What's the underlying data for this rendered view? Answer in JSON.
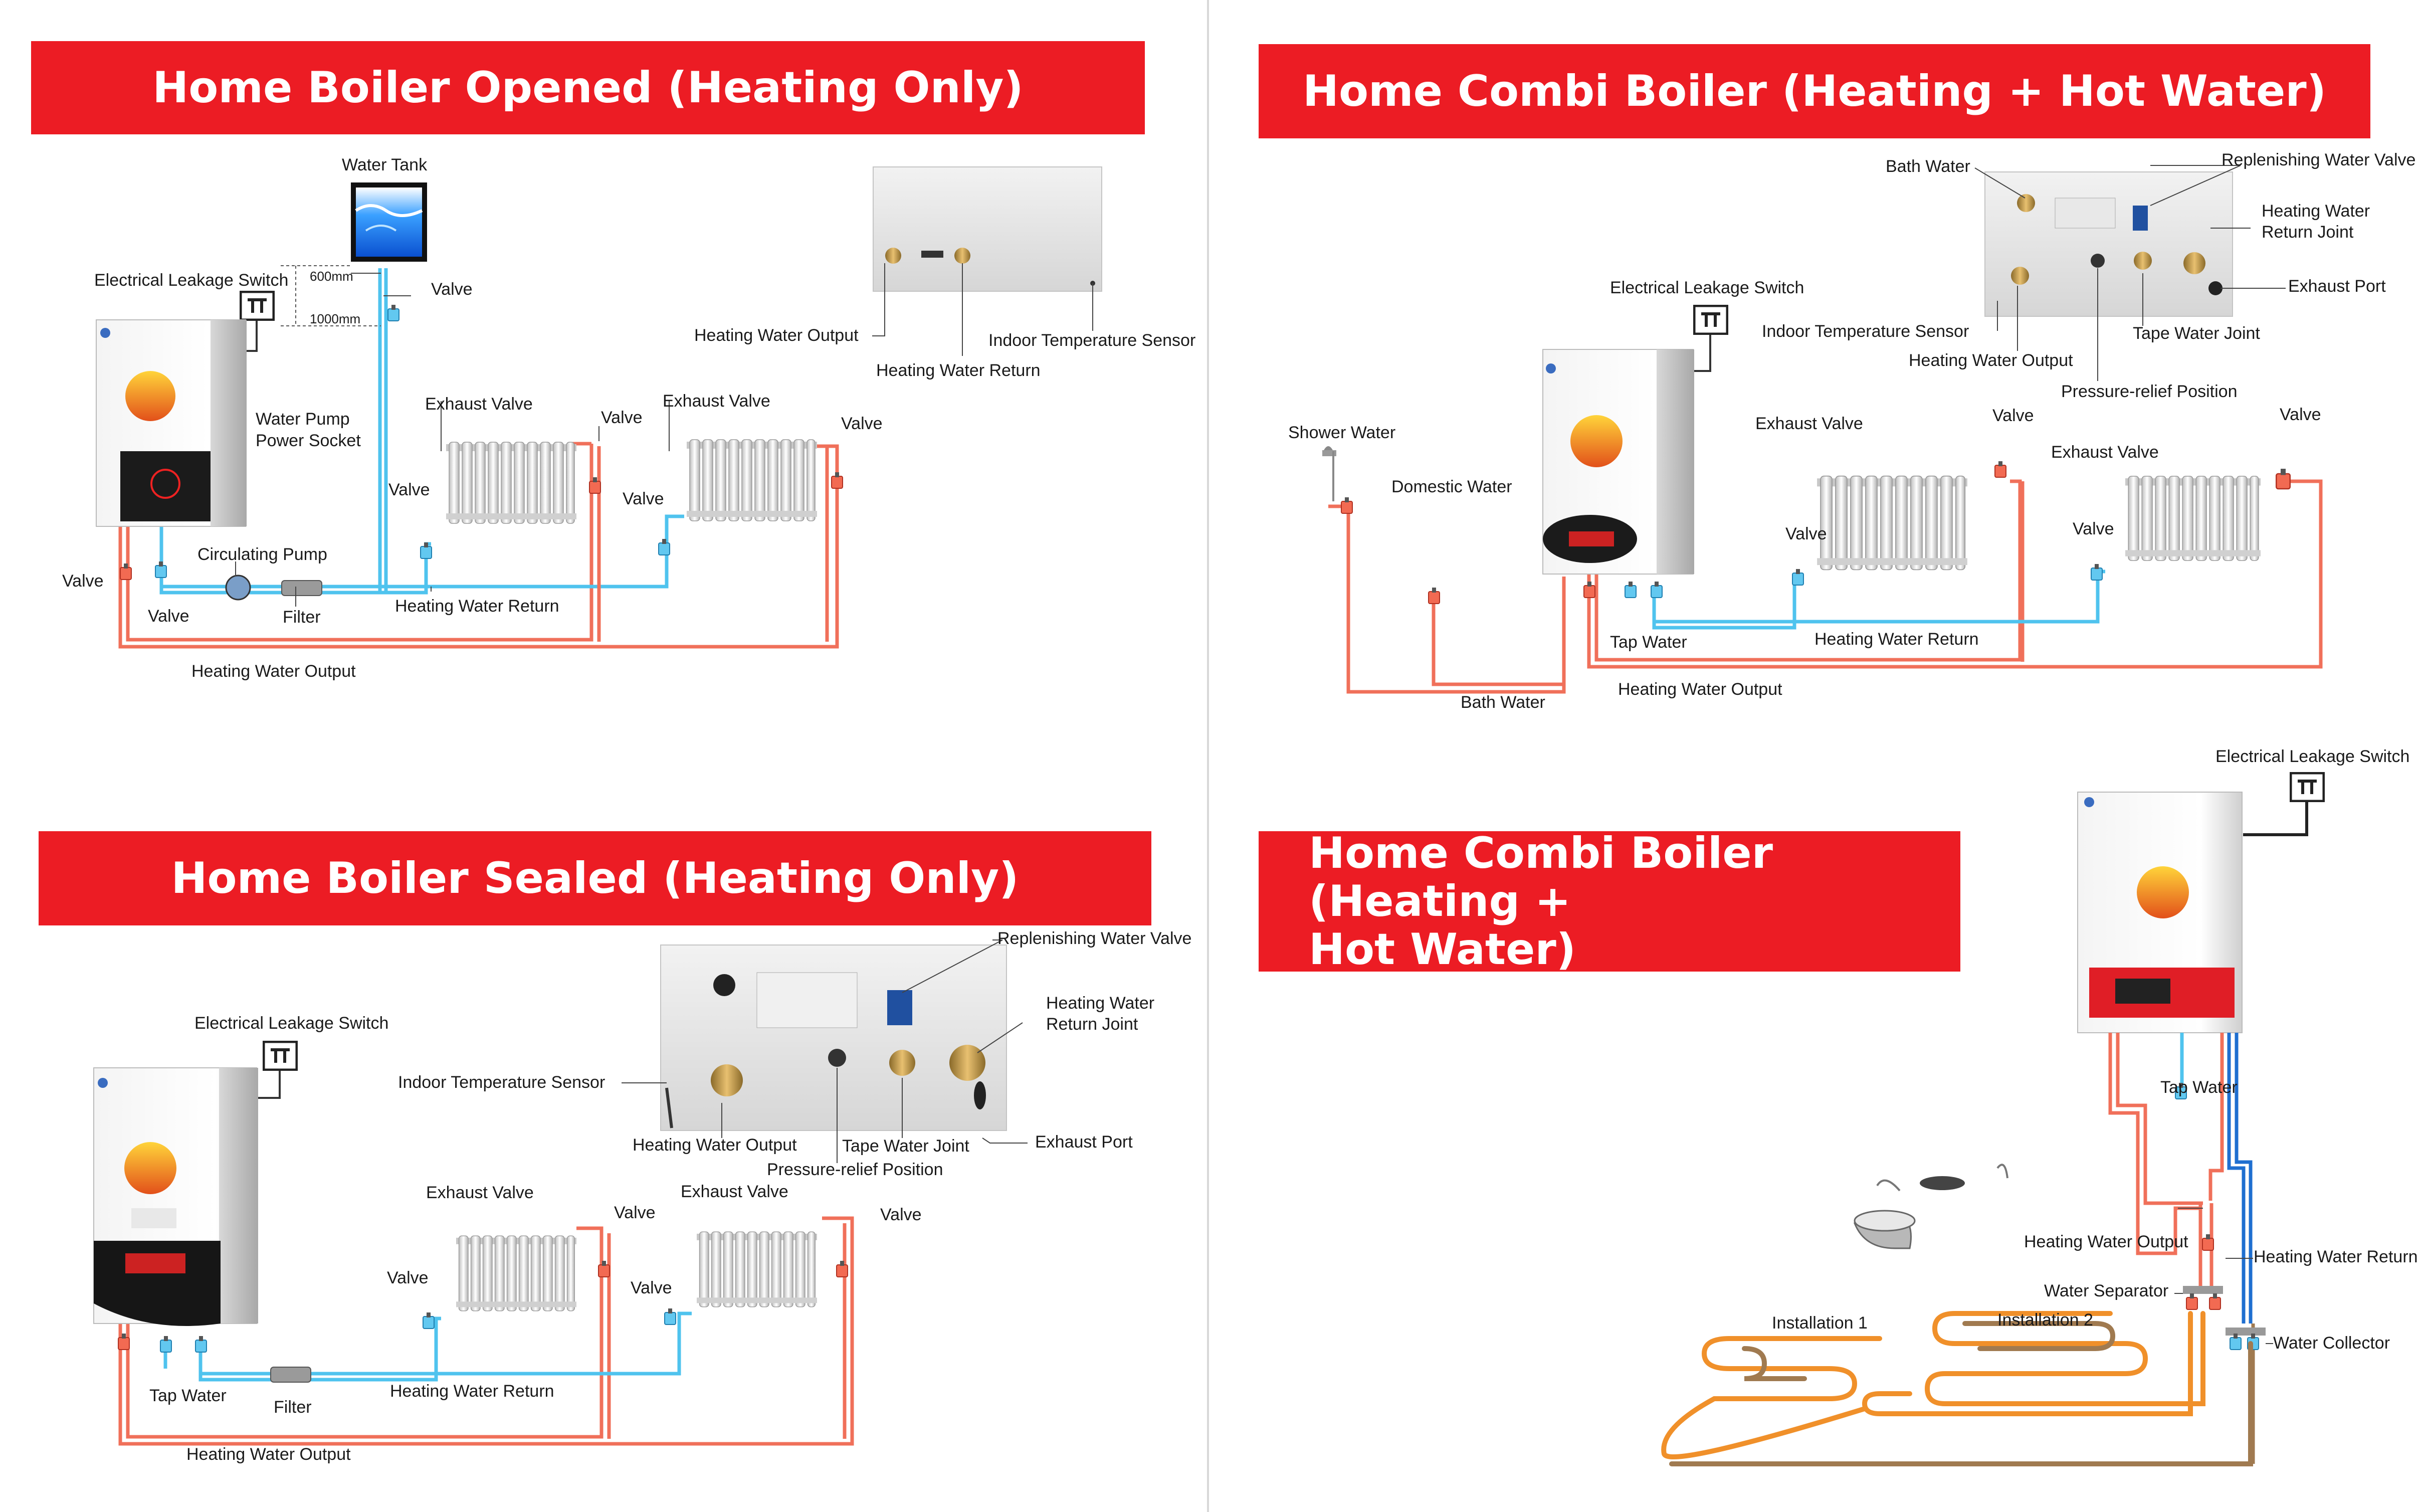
{
  "titles": {
    "q1": "Home Boiler Opened (Heating Only)",
    "q2": "Home Combi Boiler (Heating + Hot Water)",
    "q3": "Home Boiler Sealed (Heating Only)",
    "q4_line1": "Home Combi Boiler (Heating +",
    "q4_line2": "Hot Water)"
  },
  "colors": {
    "banner": "#ec1c24",
    "hot_pipe": "#f0705a",
    "cold_pipe": "#4fc3ee",
    "floor_hot": "#f0902a",
    "floor_return": "#a07a50",
    "collector_pipe": "#1f6fd0"
  },
  "q1": {
    "water_tank": "Water  Tank",
    "leakage_switch": "Electrical Leakage Switch",
    "dim_600": "600mm",
    "dim_1000": "1000mm",
    "valve_tank": "Valve",
    "pump_socket_1": "Water Pump",
    "pump_socket_2": "Power Socket",
    "exhaust_valve_1": "Exhaust Valve",
    "exhaust_valve_2": "Exhaust Valve",
    "valve_a": "Valve",
    "valve_b": "Valve",
    "valve_c": "Valve",
    "valve_d": "Valve",
    "valve_left": "Valve",
    "valve_bottom": "Valve",
    "circulating_pump": "Circulating Pump",
    "filter": "Filter",
    "heating_water_return": "Heating Water Return",
    "heating_water_output": "Heating Water Output",
    "panel_output": "Heating Water Output",
    "panel_return": "Heating Water Return",
    "panel_sensor": "Indoor Temperature Sensor"
  },
  "q2": {
    "bath_water_top": "Bath Water",
    "replenishing_valve": "Replenishing Water Valve",
    "return_joint_1": "Heating Water",
    "return_joint_2": "Return Joint",
    "exhaust_port": "Exhaust Port",
    "leakage_switch": "Electrical Leakage Switch",
    "indoor_sensor": "Indoor Temperature Sensor",
    "tape_water_joint": "Tape Water Joint",
    "heating_output_panel": "Heating Water Output",
    "pressure_relief": "Pressure-relief Position",
    "shower_water": "Shower Water",
    "domestic_water": "Domestic Water",
    "exhaust_valve_1": "Exhaust Valve",
    "exhaust_valve_2": "Exhaust Valve",
    "valve_a": "Valve",
    "valve_b": "Valve",
    "valve_c": "Valve",
    "valve_d": "Valve",
    "tap_water": "Tap Water",
    "heating_water_return": "Heating Water Return",
    "heating_water_output": "Heating Water Output",
    "bath_water": "Bath Water"
  },
  "q3": {
    "replenishing_valve": "Replenishing Water Valve",
    "return_joint_1": "Heating Water",
    "return_joint_2": "Return Joint",
    "leakage_switch": "Electrical Leakage Switch",
    "indoor_sensor": "Indoor Temperature Sensor",
    "heating_output_panel": "Heating Water Output",
    "tape_water_joint": "Tape Water Joint",
    "exhaust_port": "Exhaust Port",
    "pressure_relief": "Pressure-relief Position",
    "exhaust_valve_1": "Exhaust Valve",
    "exhaust_valve_2": "Exhaust Valve",
    "valve_a": "Valve",
    "valve_b": "Valve",
    "valve_c": "Valve",
    "valve_d": "Valve",
    "tap_water": "Tap Water",
    "filter": "Filter",
    "heating_water_return": "Heating Water Return",
    "heating_water_output": "Heating Water Output"
  },
  "q4": {
    "leakage_switch": "Electrical Leakage Switch",
    "tap_water": "Tap Water",
    "heating_water_output": "Heating Water Output",
    "heating_water_return": "Heating Water Return",
    "water_separator": "Water Separator",
    "water_collector": "Water Collector",
    "installation_1": "Installation 1",
    "installation_2": "Installation 2"
  }
}
